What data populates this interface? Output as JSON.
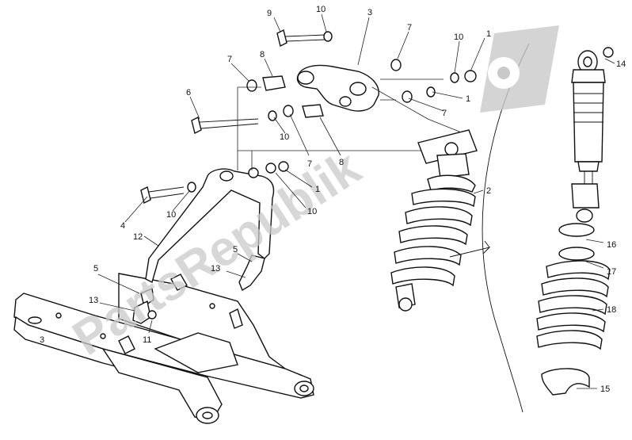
{
  "watermark": {
    "text": "PartsRepublik"
  },
  "callouts": [
    {
      "id": "c9",
      "label": "9"
    },
    {
      "id": "c10a",
      "label": "10"
    },
    {
      "id": "c3",
      "label": "3"
    },
    {
      "id": "c7a",
      "label": "7"
    },
    {
      "id": "c10b",
      "label": "10"
    },
    {
      "id": "c1a",
      "label": "1"
    },
    {
      "id": "c14",
      "label": "14"
    },
    {
      "id": "c7b",
      "label": "7"
    },
    {
      "id": "c8a",
      "label": "8"
    },
    {
      "id": "c6",
      "label": "6"
    },
    {
      "id": "c1b",
      "label": "1"
    },
    {
      "id": "c7c",
      "label": "7"
    },
    {
      "id": "c10c",
      "label": "10"
    },
    {
      "id": "c7d",
      "label": "7"
    },
    {
      "id": "c8b",
      "label": "8"
    },
    {
      "id": "c2",
      "label": "2"
    },
    {
      "id": "c1c",
      "label": "1"
    },
    {
      "id": "c10d",
      "label": "10"
    },
    {
      "id": "c4",
      "label": "4"
    },
    {
      "id": "c10e",
      "label": "10"
    },
    {
      "id": "c12",
      "label": "12"
    },
    {
      "id": "c5a",
      "label": "5"
    },
    {
      "id": "c5b",
      "label": "5"
    },
    {
      "id": "c13a",
      "label": "13"
    },
    {
      "id": "c13b",
      "label": "13"
    },
    {
      "id": "c11",
      "label": "11"
    },
    {
      "id": "c3b",
      "label": "3"
    },
    {
      "id": "c16",
      "label": "16"
    },
    {
      "id": "c17",
      "label": "17"
    },
    {
      "id": "c18",
      "label": "18"
    },
    {
      "id": "c15",
      "label": "15"
    }
  ],
  "colors": {
    "ink": "#111111",
    "watermark": "#c9c9c9"
  },
  "icons": {
    "logo": "gear-icon"
  }
}
